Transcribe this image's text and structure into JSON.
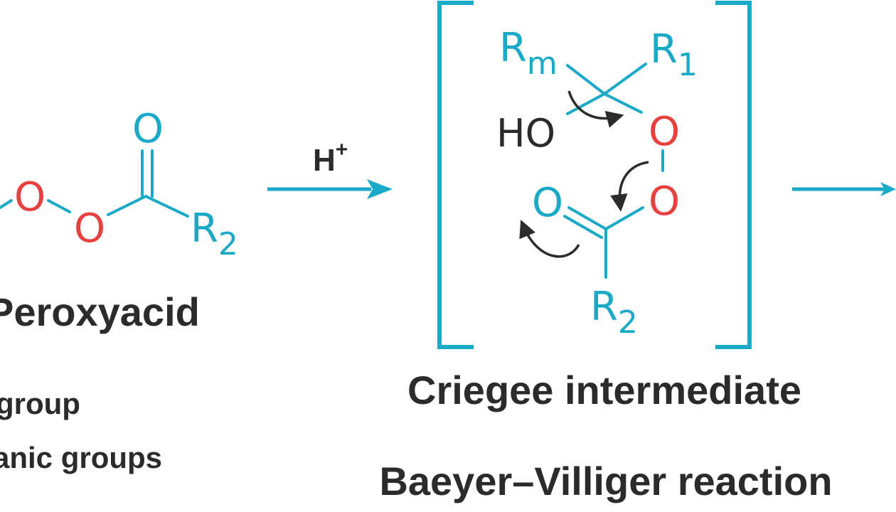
{
  "colors": {
    "structure": "#1aa9c7",
    "oxygen": "#e8403e",
    "text": "#2b2b2b",
    "curly_arrow": "#2b2b2b"
  },
  "peroxyacid": {
    "atom_o_left": "O",
    "atom_o_right": "O",
    "atom_o_carbonyl": "O",
    "r2_symbol": "R",
    "r2_subscript": "2",
    "label": "Peroxyacid"
  },
  "legend": {
    "line1_fragment": "group",
    "line2_fragment": "anic groups"
  },
  "reagent": {
    "symbol": "H",
    "charge": "+"
  },
  "criegee": {
    "rm_symbol": "R",
    "rm_subscript": "m",
    "r1_symbol": "R",
    "r1_subscript": "1",
    "hydroxyl": "HO",
    "peroxide_o_upper": "O",
    "peroxide_o_lower": "O",
    "carbonyl_o": "O",
    "r2_symbol": "R",
    "r2_subscript": "2",
    "label": "Criegee intermediate"
  },
  "reaction_name": "Baeyer–Villiger reaction"
}
